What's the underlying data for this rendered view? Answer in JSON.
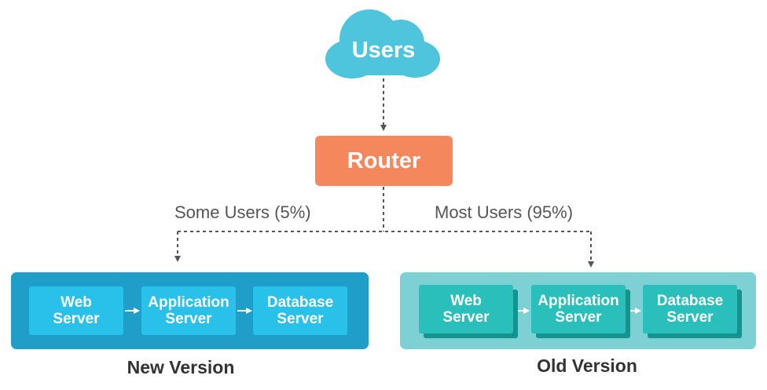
{
  "users": {
    "label": "Users"
  },
  "router": {
    "label": "Router"
  },
  "split": {
    "left_label": "Some Users (5%)",
    "right_label": "Most Users (95%)"
  },
  "new_env": {
    "caption": "New Version",
    "boxes": [
      {
        "line1": "Web",
        "line2": "Server"
      },
      {
        "line1": "Application",
        "line2": "Server"
      },
      {
        "line1": "Database",
        "line2": "Server"
      }
    ]
  },
  "old_env": {
    "caption": "Old Version",
    "boxes": [
      {
        "line1": "Web",
        "line2": "Server"
      },
      {
        "line1": "Application",
        "line2": "Server"
      },
      {
        "line1": "Database",
        "line2": "Server"
      }
    ]
  },
  "colors": {
    "cloud": "#4ec5dc",
    "router": "#f4875b",
    "new_env": "#1f9ec9",
    "new_box": "#29c0e9",
    "old_env": "#7dd0d4",
    "old_box": "#2bbfbb"
  }
}
